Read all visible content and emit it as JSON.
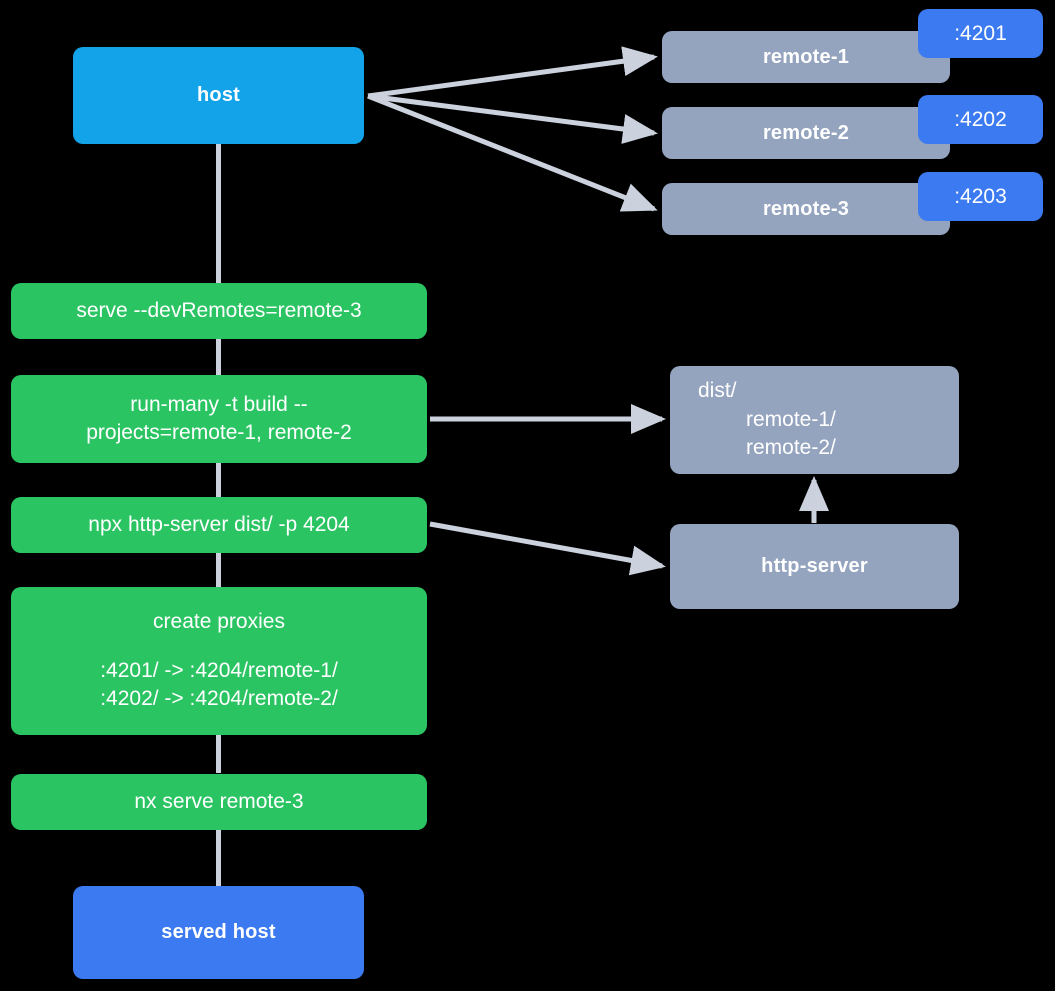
{
  "diagram": {
    "title": "nx host and remotes serving topology",
    "colors": {
      "background": "#000000",
      "host": "#12A3E8",
      "served_host": "#3B7AF0",
      "command": "#2BC463",
      "remote": "#94A3BE",
      "badge": "#3B7AF0",
      "edge": "#CBD2DE",
      "text": "#FFFFFF"
    }
  },
  "nodes": {
    "host": {
      "label": "host"
    },
    "served_host": {
      "label": "served host"
    },
    "remotes": [
      {
        "label": "remote-1",
        "port": ":4201"
      },
      {
        "label": "remote-2",
        "port": ":4202"
      },
      {
        "label": "remote-3",
        "port": ":4203"
      }
    ],
    "commands": [
      {
        "label": "serve --devRemotes=remote-3"
      },
      {
        "line1": "run-many -t build --",
        "line2": "projects=remote-1, remote-2"
      },
      {
        "label": "npx http-server dist/ -p 4204"
      },
      {
        "title": "create proxies",
        "line1": ":4201/ -> :4204/remote-1/",
        "line2": ":4202/ -> :4204/remote-2/"
      },
      {
        "label": "nx serve remote-3"
      }
    ],
    "dist": {
      "line1": "dist/",
      "line2": "remote-1/",
      "line3": "remote-2/"
    },
    "http_server": {
      "label": "http-server"
    }
  }
}
